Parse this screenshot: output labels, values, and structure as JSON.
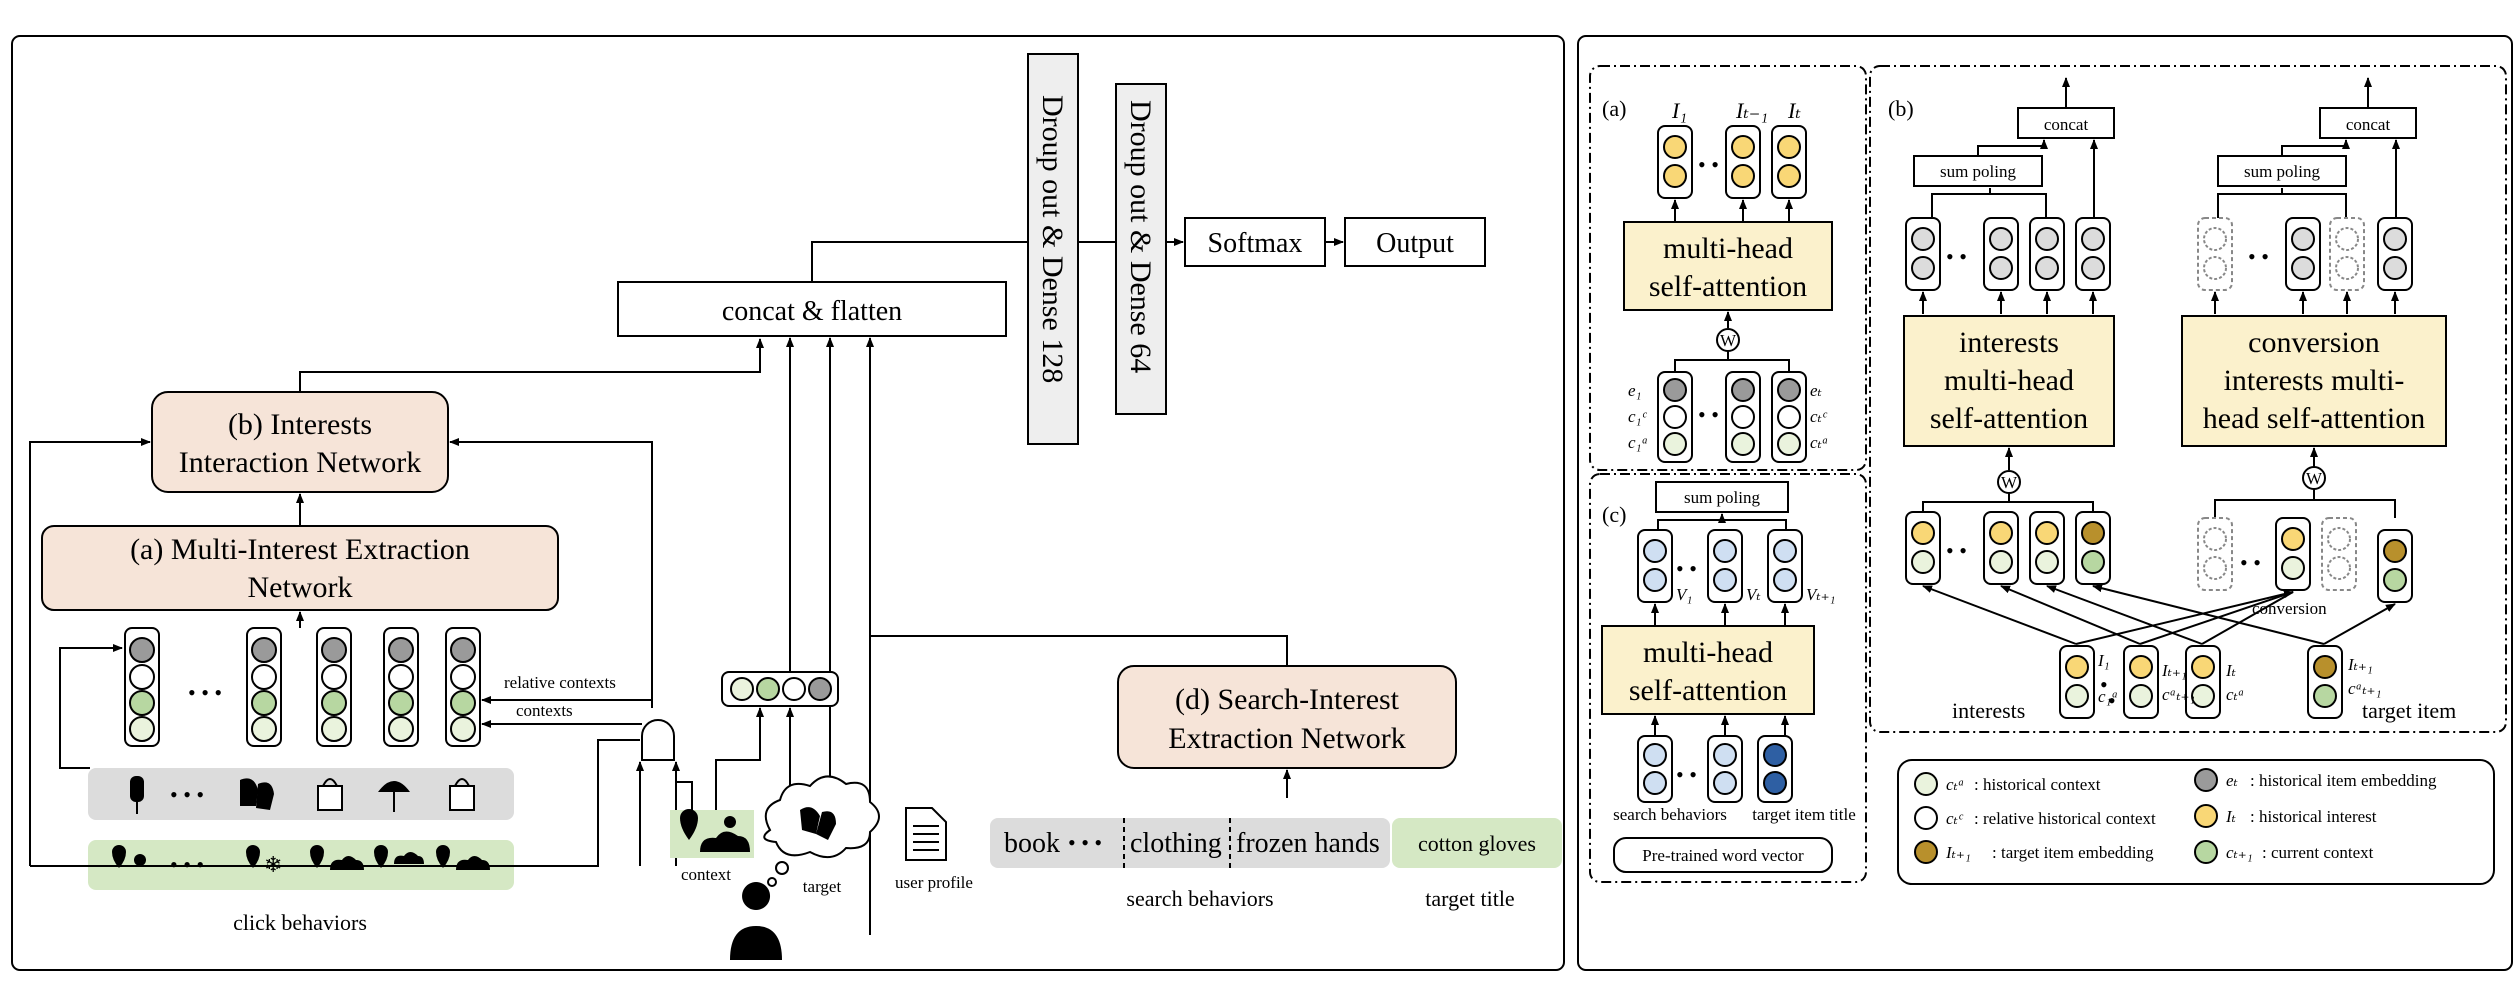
{
  "main": {
    "concat_flatten": "concat & flatten",
    "dense128": "Droup out & Dense 128",
    "dense64": "Droup out & Dense 64",
    "softmax": "Softmax",
    "output": "Output",
    "interaction_line1": "(b) Interests",
    "interaction_line2": "Interaction Network",
    "extraction_line1": "(a) Multi-Interest Extraction",
    "extraction_line2": "Network",
    "search_line1": "(d) Search-Interest",
    "search_line2": "Extraction Network",
    "relative_contexts": "relative contexts",
    "contexts": "contexts",
    "ellipsis": "• • •",
    "click_behaviors": "click behaviors",
    "context_label": "context",
    "target_label": "target",
    "user_profile": "user profile",
    "search": {
      "book": "book",
      "dots": "• • •",
      "clothing": "clothing",
      "frozen_hands": "frozen hands",
      "cotton_gloves": "cotton gloves",
      "search_behaviors": "search behaviors",
      "target_title": "target title"
    }
  },
  "panel_a": {
    "label": "(a)",
    "attn_line1": "multi-head",
    "attn_line2": "self-attention",
    "w": "W",
    "dots": "• •",
    "top_labels": [
      "I₁",
      "Iₜ₋₁",
      "Iₜ"
    ],
    "left_labels": [
      "e₁",
      "c₁ᶜ",
      "c₁ᵃ"
    ],
    "right_labels": [
      "eₜ",
      "cₜᶜ",
      "cₜᵃ"
    ]
  },
  "panel_b": {
    "label": "(b)",
    "concat": "concat",
    "sum_poling": "sum poling",
    "interests_line1": "interests",
    "interests_line2": "multi-head",
    "interests_line3": "self-attention",
    "conv_line1": "conversion",
    "conv_line2": "interests multi-",
    "conv_line3": "head self-attention",
    "w": "W",
    "dots": "• •",
    "conversion": "conversion",
    "interests": "interests",
    "target_item": "target item",
    "bottom_labels": [
      "I₁",
      "c₁ᵃ",
      "Iₜ₊₁",
      "cᵃₜ₊₁",
      "Iₜ",
      "cₜᵃ",
      "Iₜ₊₁",
      "cᵃₜ₊₁"
    ]
  },
  "panel_c": {
    "label": "(c)",
    "sum_poling": "sum poling",
    "attn_line1": "multi-head",
    "attn_line2": "self-attention",
    "dots": "• •",
    "labels": [
      "V₁",
      "Vₜ",
      "Vₜ₊₁"
    ],
    "search_behaviors": "search behaviors",
    "target_item_title": "target item title",
    "pretrained": "Pre-trained word vector"
  },
  "legend": {
    "items": [
      {
        "sym": "cₜᵃ",
        "desc": ": historical context"
      },
      {
        "sym": "eₜ",
        "desc": ": historical item embedding"
      },
      {
        "sym": "cₜᶜ",
        "desc": ": relative historical context"
      },
      {
        "sym": "Iₜ",
        "desc": ": historical interest"
      },
      {
        "sym": "Iₜ₊₁",
        "desc": ": target item embedding"
      },
      {
        "sym": "cₜ₊₁",
        "desc": ": current context"
      }
    ]
  },
  "colors": {
    "peach": "#f6e4d8",
    "cream": "#fbf1cc",
    "green_bar": "#d5e8c4",
    "gray_bar": "#dcdcdc",
    "yellow": "#f9d776",
    "light_green": "#eaf3dd",
    "green": "#b7d7a1",
    "gray": "#9a9a9a",
    "blue": "#cfdff2",
    "dark_blue": "#2e5fa3",
    "brown": "#b8902c"
  }
}
